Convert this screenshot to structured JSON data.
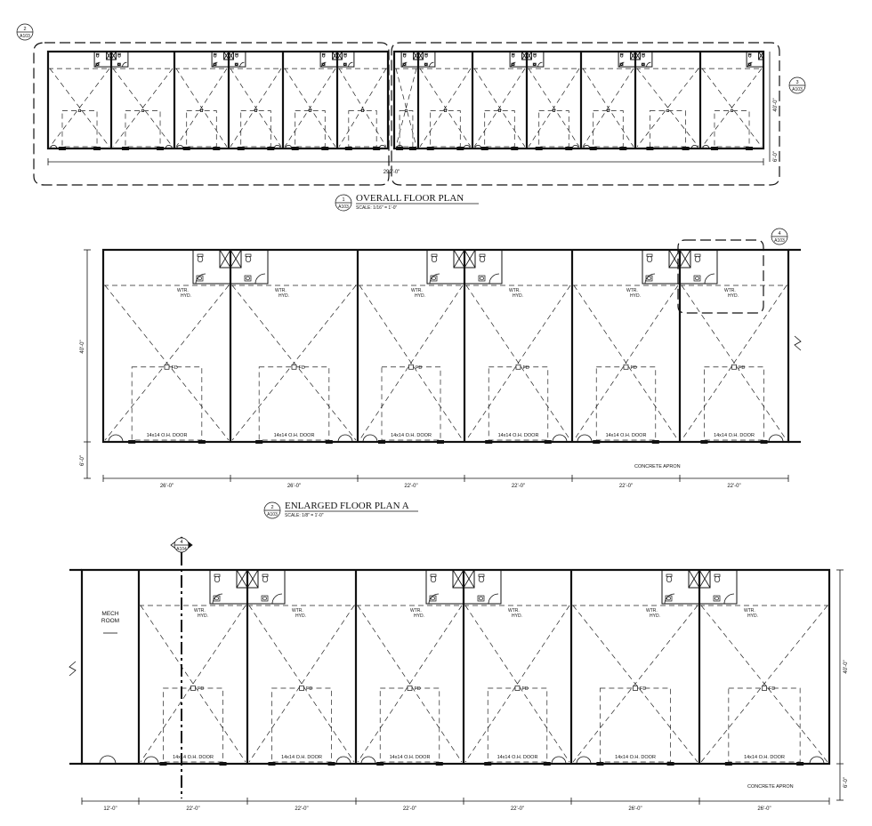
{
  "views": {
    "overall": {
      "title": "OVERALL FLOOR PLAN",
      "scale": "SCALE: 1/16\" = 1'-0\"",
      "tag_num": "1",
      "tag_sheet": "A103",
      "total_dim": "292'-0\"",
      "depth_dim": "40'-0\"",
      "apron_dim": "6'-0\"",
      "callout_left": {
        "num": "2",
        "sheet": "A103"
      },
      "callout_right": {
        "num": "3",
        "sheet": "A103"
      }
    },
    "plan_a": {
      "title": "ENLARGED FLOOR PLAN A",
      "scale": "SCALE: 1/8\" = 1'-0\"",
      "tag_num": "2",
      "tag_sheet": "A103",
      "depth_dim": "40'-0\"",
      "apron_dim": "6'-0\"",
      "bay_widths": [
        "26'-0\"",
        "26'-0\"",
        "22'-0\"",
        "22'-0\"",
        "22'-0\"",
        "22'-0\""
      ],
      "door_label": "14x14 O.H. DOOR",
      "fd_label": "FD",
      "hyd_line1": "WTR.",
      "hyd_line2": "HYD.",
      "apron_label": "CONCRETE APRON",
      "callout": {
        "num": "4",
        "sheet": "A103"
      }
    },
    "plan_b": {
      "mech_label_1": "MECH",
      "mech_label_2": "ROOM",
      "depth_dim": "40'-0\"",
      "apron_dim": "6'-0\"",
      "bay_widths": [
        "12'-0\"",
        "22'-0\"",
        "22'-0\"",
        "22'-0\"",
        "22'-0\"",
        "26'-0\"",
        "26'-0\""
      ],
      "door_label": "14x14 O.H. DOOR",
      "fd_label": "FD",
      "hyd_line1": "WTR.",
      "hyd_line2": "HYD.",
      "apron_label": "CONCRETE APRON",
      "section": {
        "num": "4",
        "sheet": "A104"
      }
    }
  }
}
